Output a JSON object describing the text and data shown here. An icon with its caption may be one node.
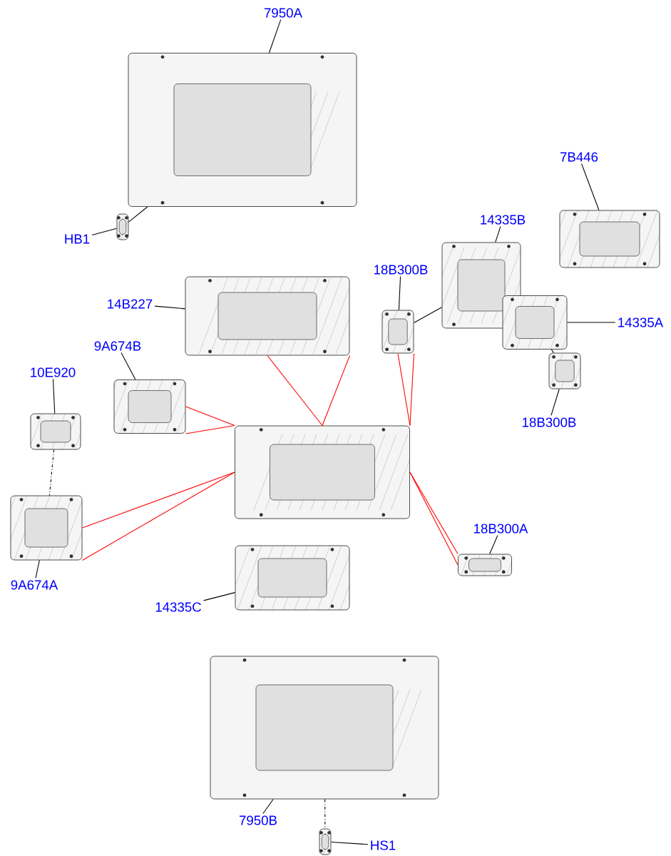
{
  "diagram": {
    "nodes": [
      {
        "text": [
          "7950A"
        ]
      },
      {
        "text": [],
        "shape": "picture"
      },
      {
        "text": [
          "HB1"
        ]
      },
      {
        "text": [],
        "shape": "picture"
      },
      {
        "text": [
          "14B227"
        ]
      },
      {
        "text": [],
        "shape": "picture"
      },
      {
        "text": [
          "9A674B"
        ]
      },
      {
        "text": [],
        "shape": "picture"
      },
      {
        "text": [
          "10E920"
        ]
      },
      {
        "text": [],
        "shape": "picture"
      },
      {
        "text": [
          "9A674A"
        ]
      },
      {
        "text": [],
        "shape": "picture"
      },
      {
        "text": [],
        "shape": "picture"
      },
      {
        "text": [
          "18B300B"
        ]
      },
      {
        "text": [],
        "shape": "picture"
      },
      {
        "text": [
          "14335B"
        ]
      },
      {
        "text": [],
        "shape": "picture"
      },
      {
        "text": [
          "7B446"
        ]
      },
      {
        "text": [],
        "shape": "picture"
      },
      {
        "text": [
          "14335A"
        ]
      },
      {
        "text": [],
        "shape": "picture"
      },
      {
        "text": [],
        "shape": "picture"
      },
      {
        "text": [
          "18B300B"
        ]
      },
      {
        "text": [
          "18B300A"
        ]
      },
      {
        "text": [],
        "shape": "picture"
      },
      {
        "text": [
          "14335C"
        ]
      },
      {
        "text": [],
        "shape": "picture"
      },
      {
        "text": [],
        "shape": "picture"
      },
      {
        "text": [
          "7950B"
        ]
      },
      {
        "text": [],
        "shape": "picture"
      },
      {
        "text": [
          "HS1"
        ]
      }
    ],
    "edges": [
      {
        "from": 0,
        "to": 1,
        "arrow": "none"
      },
      {
        "from": 2,
        "to": 3,
        "arrow": "none"
      },
      {
        "from": 3,
        "to": 1,
        "arrow": "none"
      },
      {
        "from": 4,
        "to": 5,
        "arrow": "none"
      },
      {
        "from": 6,
        "to": 7,
        "arrow": "none"
      },
      {
        "from": 8,
        "to": 9,
        "arrow": "none"
      },
      {
        "from": 9,
        "to": 11,
        "arrow": "none",
        "style": "dashed"
      },
      {
        "from": 10,
        "to": 11,
        "arrow": "none"
      },
      {
        "from": 13,
        "to": 14,
        "arrow": "none"
      },
      {
        "from": 14,
        "to": 16,
        "arrow": "none"
      },
      {
        "from": 15,
        "to": 16,
        "arrow": "none"
      },
      {
        "from": 17,
        "to": 18,
        "arrow": "none"
      },
      {
        "from": 19,
        "to": 20,
        "arrow": "none"
      },
      {
        "from": 20,
        "to": 21,
        "arrow": "none"
      },
      {
        "from": 22,
        "to": 21,
        "arrow": "none"
      },
      {
        "from": 23,
        "to": 24,
        "arrow": "none"
      },
      {
        "from": 25,
        "to": 26,
        "arrow": "none"
      },
      {
        "from": 28,
        "to": 27,
        "arrow": "none"
      },
      {
        "from": 27,
        "to": 29,
        "arrow": "none",
        "style": "dashed"
      },
      {
        "from": 30,
        "to": 29,
        "arrow": "none"
      },
      {
        "from": 5,
        "to": 12,
        "arrow": "none",
        "color": "#ff0000"
      },
      {
        "from": 5,
        "to": 12,
        "arrow": "none",
        "color": "#ff0000"
      },
      {
        "from": 7,
        "to": 12,
        "arrow": "none",
        "color": "#ff0000"
      },
      {
        "from": 7,
        "to": 12,
        "arrow": "none",
        "color": "#ff0000"
      },
      {
        "from": 11,
        "to": 12,
        "arrow": "none",
        "color": "#ff0000"
      },
      {
        "from": 11,
        "to": 12,
        "arrow": "none",
        "color": "#ff0000"
      },
      {
        "from": 14,
        "to": 12,
        "arrow": "none",
        "color": "#ff0000"
      },
      {
        "from": 14,
        "to": 12,
        "arrow": "none",
        "color": "#ff0000"
      },
      {
        "from": 24,
        "to": 12,
        "arrow": "none",
        "color": "#ff0000"
      },
      {
        "from": 24,
        "to": 12,
        "arrow": "none",
        "color": "#ff0000"
      }
    ]
  }
}
